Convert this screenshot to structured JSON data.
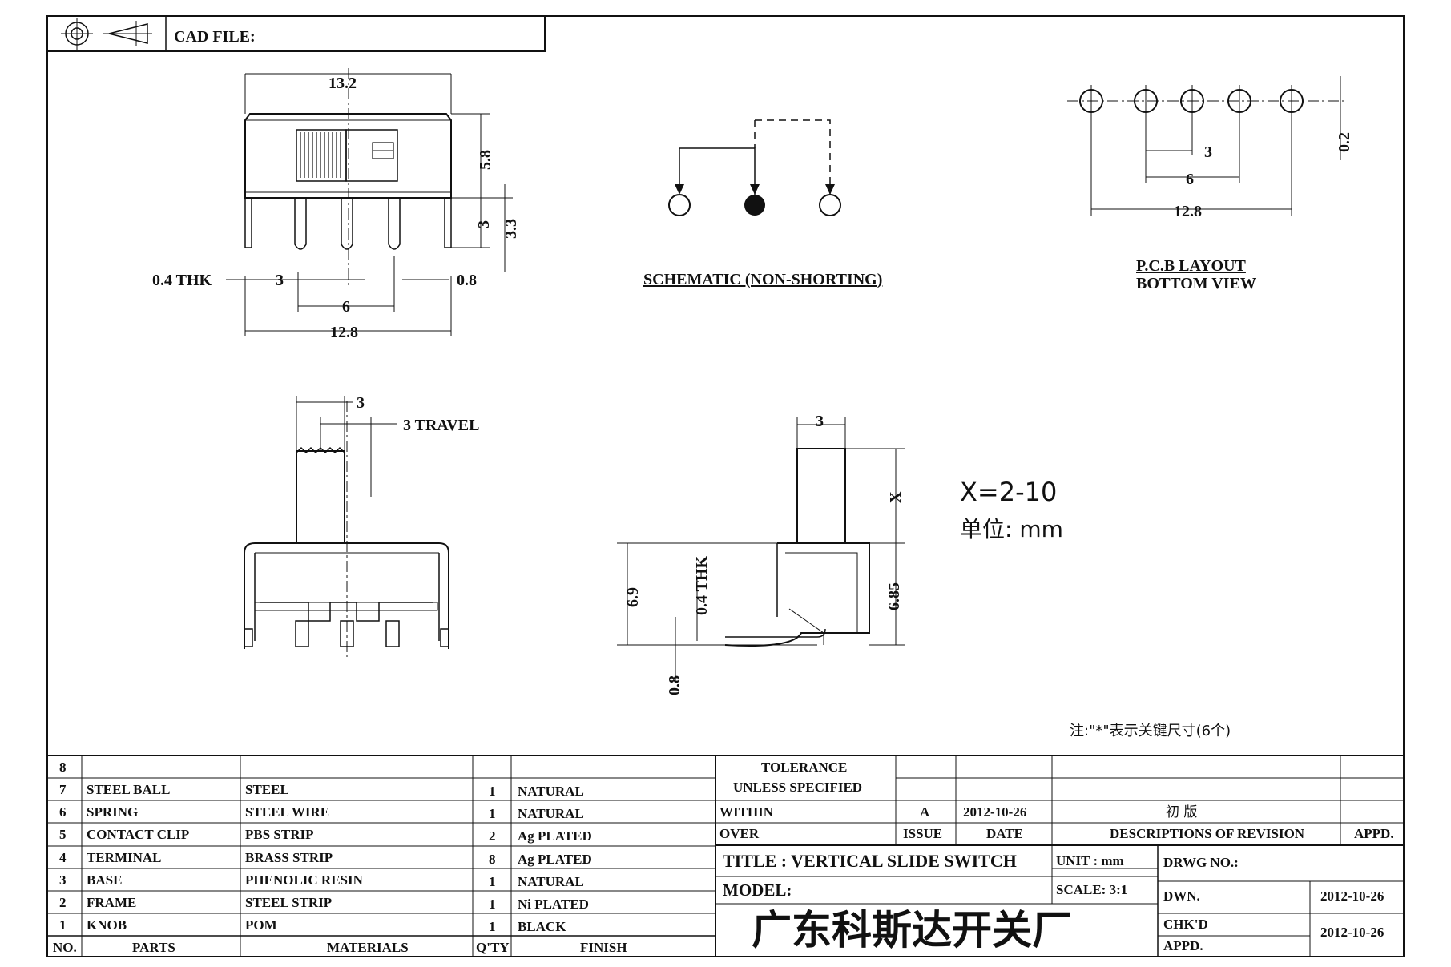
{
  "header": {
    "cad_file_label": "CAD FILE:"
  },
  "front_view": {
    "dim_width": "13.2",
    "dim_height": "5.8",
    "dim_pin": "3",
    "dim_total": "3.3",
    "thk": "0.4 THK",
    "dim_pitch": "3",
    "dim_pin_w": "0.8",
    "dim_span": "6",
    "dim_span_total": "12.8"
  },
  "schematic": {
    "label": "SCHEMATIC (NON-SHORTING)"
  },
  "pcb": {
    "dim_pitch": "3",
    "dim_span": "6",
    "dim_total": "12.8",
    "dim_hole": "0.2",
    "label_line1": "P.C.B LAYOUT",
    "label_line2": "BOTTOM VIEW"
  },
  "top_view": {
    "dim_knob": "3",
    "travel": "3 TRAVEL"
  },
  "side_view": {
    "dim_knob": "3",
    "dim_x": "X",
    "dim_body": "6.9",
    "thk": "0.4 THK",
    "dim_right": "6.85",
    "dim_bottom": "0.8"
  },
  "spec": {
    "x_range": "X=2-10",
    "unit": "单位: mm"
  },
  "note": "注:\"*\"表示关键尺寸(6个)",
  "bom": {
    "rows": [
      {
        "no": "8",
        "part": "",
        "material": "",
        "qty": "",
        "finish": ""
      },
      {
        "no": "7",
        "part": "STEEL BALL",
        "material": "STEEL",
        "qty": "1",
        "finish": "NATURAL"
      },
      {
        "no": "6",
        "part": "SPRING",
        "material": "STEEL WIRE",
        "qty": "1",
        "finish": "NATURAL"
      },
      {
        "no": "5",
        "part": "CONTACT CLIP",
        "material": "PBS STRIP",
        "qty": "2",
        "finish": "Ag PLATED"
      },
      {
        "no": "4",
        "part": "TERMINAL",
        "material": "BRASS STRIP",
        "qty": "8",
        "finish": "Ag PLATED"
      },
      {
        "no": "3",
        "part": "BASE",
        "material": "PHENOLIC RESIN",
        "qty": "1",
        "finish": "NATURAL"
      },
      {
        "no": "2",
        "part": "FRAME",
        "material": "STEEL STRIP",
        "qty": "1",
        "finish": "Ni PLATED"
      },
      {
        "no": "1",
        "part": "KNOB",
        "material": "POM",
        "qty": "1",
        "finish": "BLACK"
      }
    ],
    "headers": {
      "no": "NO.",
      "part": "PARTS",
      "material": "MATERIALS",
      "qty": "Q'TY",
      "finish": "FINISH"
    }
  },
  "title_block": {
    "tolerance": "TOLERANCE",
    "unless": "UNLESS SPECIFIED",
    "within": "WITHIN",
    "over": "OVER",
    "issue_val": "A",
    "date_val": "2012-10-26",
    "revision_desc": "初 版",
    "issue_hdr": "ISSUE",
    "date_hdr": "DATE",
    "desc_hdr": "DESCRIPTIONS OF REVISION",
    "appd_hdr": "APPD.",
    "title": "TITLE : VERTICAL SLIDE SWITCH",
    "unit": "UNIT : mm",
    "drwg_no": "DRWG NO.:",
    "model": "MODEL:",
    "scale": "SCALE: 3:1",
    "dwn": "DWN.",
    "dwn_date": "2012-10-26",
    "chkd": "CHK'D",
    "appd": "APPD.",
    "chk_date": "2012-10-26",
    "company": "广东科斯达开关厂"
  }
}
